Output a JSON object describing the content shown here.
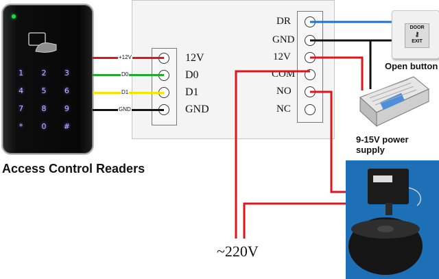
{
  "reader": {
    "caption": "Access Control Readers",
    "keys": [
      "1",
      "2",
      "3",
      "4",
      "5",
      "6",
      "7",
      "8",
      "9",
      "*",
      "0",
      "#"
    ],
    "pins": [
      "+12V",
      "D0",
      "D1",
      "GND"
    ]
  },
  "controller": {
    "left_terminals": [
      "12V",
      "D0",
      "D1",
      "GND"
    ],
    "right_terminals": [
      "DR",
      "GND",
      "12V",
      "COM",
      "NO",
      "NC"
    ]
  },
  "open_button": {
    "label": "Open button",
    "door_text": "DOOR",
    "exit_text": "EXIT"
  },
  "power_supply": {
    "label": "9-15V power supply"
  },
  "mains": {
    "label": "~220V"
  },
  "colors": {
    "wire_red": "#e0141b",
    "wire_green": "#1faa2b",
    "wire_yellow": "#f2e600",
    "wire_black": "#111111",
    "wire_blue": "#1a73c9",
    "bell_bg": "#1d6fb6"
  }
}
